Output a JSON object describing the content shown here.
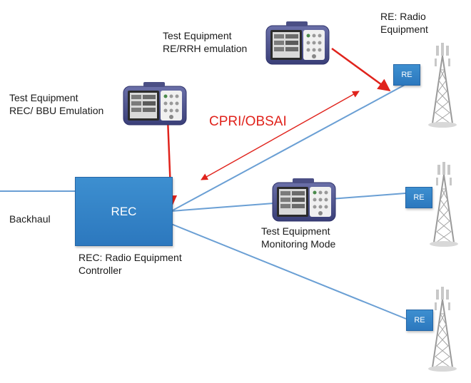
{
  "labels": {
    "te_re_line1": "Test Equipment",
    "te_re_line2": "RE/RRH emulation",
    "re_radio_line1": "RE: Radio",
    "re_radio_line2": "Equipment",
    "te_rec_line1": "Test Equipment",
    "te_rec_line2": "REC/ BBU Emulation",
    "cpri": "CPRI/OBSAI",
    "backhaul": "Backhaul",
    "rec_box": "REC",
    "rec_desc_line1": "REC: Radio Equipment",
    "rec_desc_line2": "Controller",
    "te_mon_line1": "Test Equipment",
    "te_mon_line2": "Monitoring Mode",
    "re_box": "RE"
  },
  "colors": {
    "link_line": "#6a9fd4",
    "red_arrow": "#e0231c",
    "box_fill": "#2f7cc1",
    "tower": "#b5b5b5"
  }
}
